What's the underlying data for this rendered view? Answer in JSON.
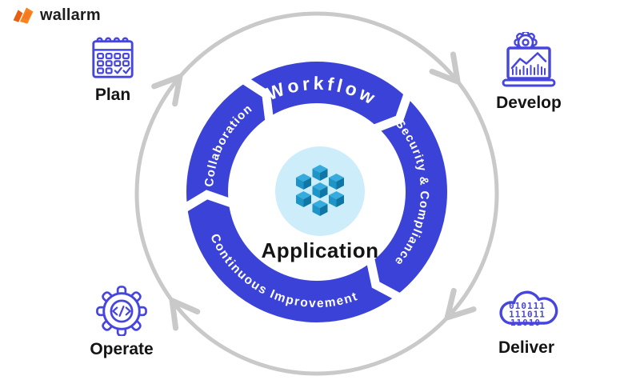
{
  "brand": {
    "name": "wallarm",
    "logo_icon": "wallarm-flag-icon",
    "logo_color": "#f4791f"
  },
  "cycle": {
    "outer_flow_direction": "clockwise",
    "ring": {
      "color": "#3b42d8",
      "segments": [
        {
          "label": "Workflow"
        },
        {
          "label": "Security & Compliance"
        },
        {
          "label": "Continuous Improvement"
        },
        {
          "label": "Collaboration"
        }
      ]
    },
    "center": {
      "label": "Application",
      "icon": "cubes-cluster-icon",
      "bg_color": "#cdedfb",
      "cube_color": "#2095c8"
    }
  },
  "stages": [
    {
      "label": "Plan",
      "icon": "calendar-check-icon"
    },
    {
      "label": "Develop",
      "icon": "laptop-analytics-gear-icon"
    },
    {
      "label": "Operate",
      "icon": "gear-code-icon"
    },
    {
      "label": "Deliver",
      "icon": "cloud-binary-icon",
      "binary_rows": [
        "010111",
        "111011",
        "11010"
      ]
    }
  ],
  "colors": {
    "ring_blue": "#3b42d8",
    "icon_indigo": "#4646df",
    "outer_circle_gray": "#c9c9c9",
    "center_light_blue": "#cdedfb",
    "label_black": "#141414",
    "brand_orange": "#f4791f"
  }
}
